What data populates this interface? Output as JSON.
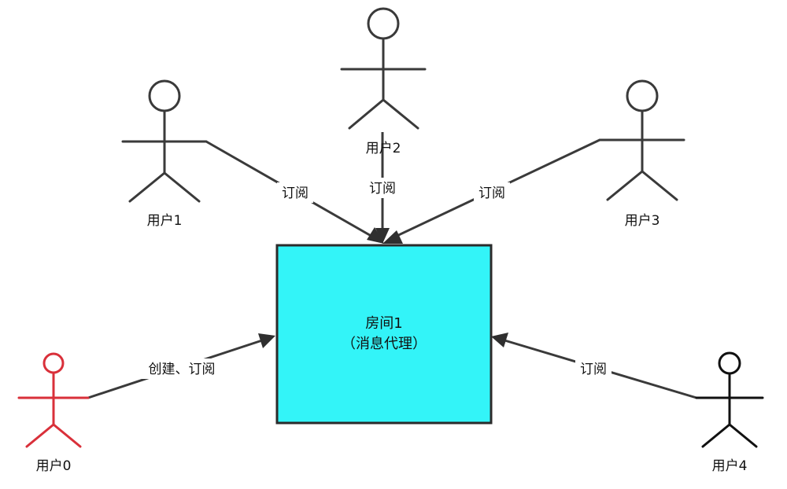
{
  "room": {
    "line1": "房间1",
    "line2": "（消息代理）",
    "fill_color": "#33f4f8"
  },
  "actors": [
    {
      "id": "user0",
      "label": "用户0",
      "color": "#d9303a"
    },
    {
      "id": "user1",
      "label": "用户1",
      "color": "#3a3a3a"
    },
    {
      "id": "user2",
      "label": "用户2",
      "color": "#3a3a3a"
    },
    {
      "id": "user3",
      "label": "用户3",
      "color": "#3a3a3a"
    },
    {
      "id": "user4",
      "label": "用户4",
      "color": "#111111"
    }
  ],
  "edges": [
    {
      "from": "user0",
      "label": "创建、订阅"
    },
    {
      "from": "user1",
      "label": "订阅"
    },
    {
      "from": "user2",
      "label": "订阅"
    },
    {
      "from": "user3",
      "label": "订阅"
    },
    {
      "from": "user4",
      "label": "订阅"
    }
  ]
}
